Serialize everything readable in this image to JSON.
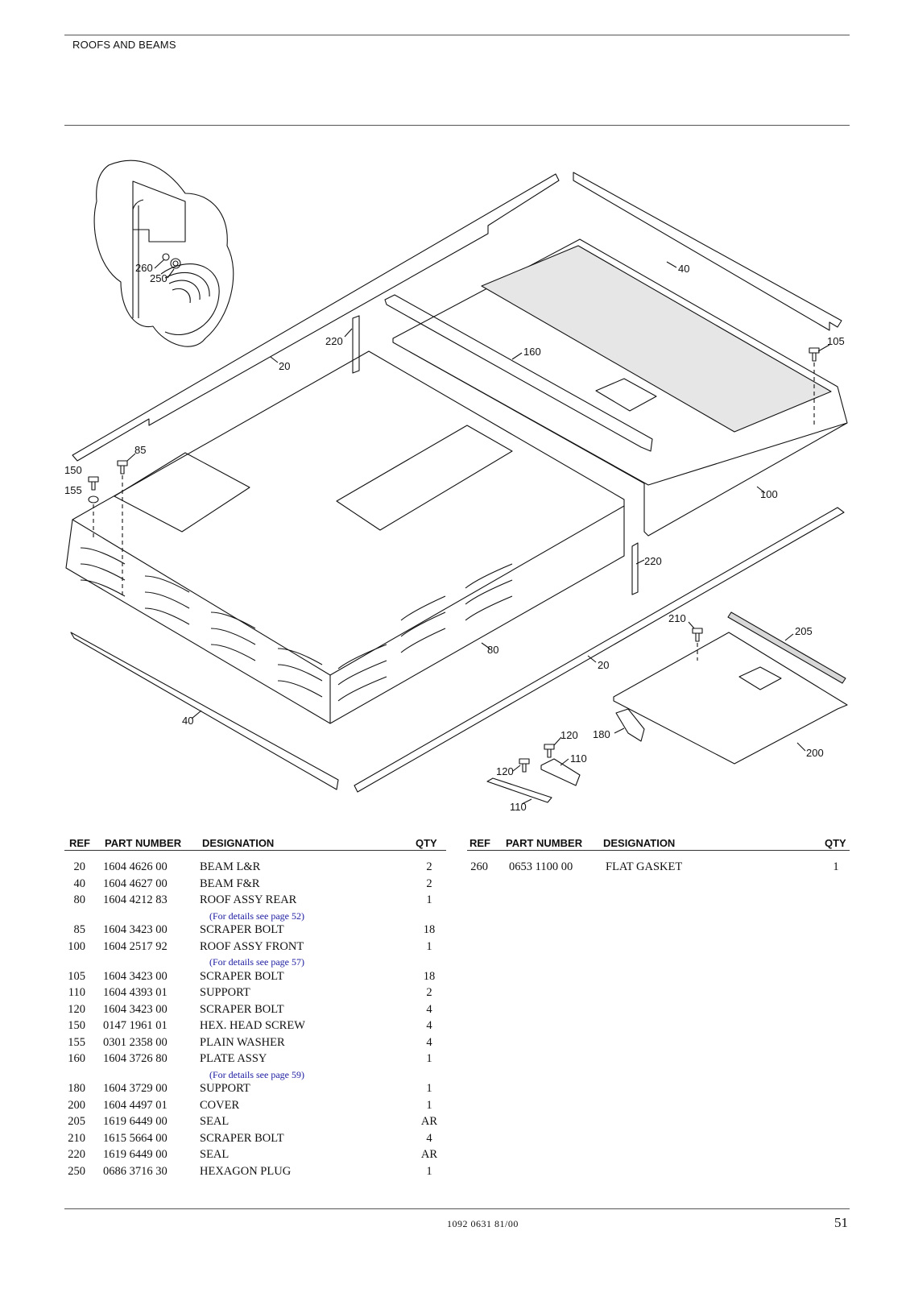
{
  "header": {
    "section_title": "ROOFS AND BEAMS"
  },
  "diagram": {
    "callouts": [
      "260",
      "250",
      "220",
      "20",
      "160",
      "40",
      "105",
      "85",
      "150",
      "155",
      "100",
      "220",
      "210",
      "205",
      "80",
      "20",
      "40",
      "120",
      "180",
      "110",
      "120",
      "200",
      "110"
    ]
  },
  "table": {
    "columns": {
      "ref": "REF",
      "part_number": "PART NUMBER",
      "designation": "DESIGNATION",
      "qty": "QTY"
    },
    "left_rows": [
      {
        "ref": "20",
        "part": "1604 4626 00",
        "designation": "BEAM  L&R",
        "qty": "2"
      },
      {
        "ref": "40",
        "part": "1604 4627 00",
        "designation": "BEAM  F&R",
        "qty": "2"
      },
      {
        "ref": "80",
        "part": "1604 4212 83",
        "designation": "ROOF ASSY REAR",
        "qty": "1",
        "note": "(For details see page 52)"
      },
      {
        "ref": "85",
        "part": "1604 3423 00",
        "designation": "SCRAPER BOLT",
        "qty": "18"
      },
      {
        "ref": "100",
        "part": "1604 2517 92",
        "designation": "ROOF ASSY FRONT",
        "qty": "1",
        "note": "(For details see page 57)"
      },
      {
        "ref": "105",
        "part": "1604 3423 00",
        "designation": "SCRAPER BOLT",
        "qty": "18"
      },
      {
        "ref": "110",
        "part": "1604 4393 01",
        "designation": "SUPPORT",
        "qty": "2"
      },
      {
        "ref": "120",
        "part": "1604 3423 00",
        "designation": "SCRAPER BOLT",
        "qty": "4"
      },
      {
        "ref": "150",
        "part": "0147 1961 01",
        "designation": "HEX. HEAD SCREW",
        "qty": "4"
      },
      {
        "ref": "155",
        "part": "0301 2358 00",
        "designation": "PLAIN WASHER",
        "qty": "4"
      },
      {
        "ref": "160",
        "part": "1604 3726 80",
        "designation": "PLATE ASSY",
        "qty": "1",
        "note": "(For details see page 59)"
      },
      {
        "ref": "180",
        "part": "1604 3729 00",
        "designation": "SUPPORT",
        "qty": "1"
      },
      {
        "ref": "200",
        "part": "1604 4497 01",
        "designation": "COVER",
        "qty": "1"
      },
      {
        "ref": "205",
        "part": "1619 6449 00",
        "designation": "SEAL",
        "qty": "AR"
      },
      {
        "ref": "210",
        "part": "1615 5664 00",
        "designation": "SCRAPER BOLT",
        "qty": "4"
      },
      {
        "ref": "220",
        "part": "1619 6449 00",
        "designation": "SEAL",
        "qty": "AR"
      },
      {
        "ref": "250",
        "part": "0686 3716 30",
        "designation": "HEXAGON PLUG",
        "qty": "1"
      }
    ],
    "right_rows": [
      {
        "ref": "260",
        "part": "0653 1100 00",
        "designation": "FLAT GASKET",
        "qty": "1"
      }
    ]
  },
  "footer": {
    "doc_code": "1092  0631  81/00",
    "page_number": "51"
  }
}
